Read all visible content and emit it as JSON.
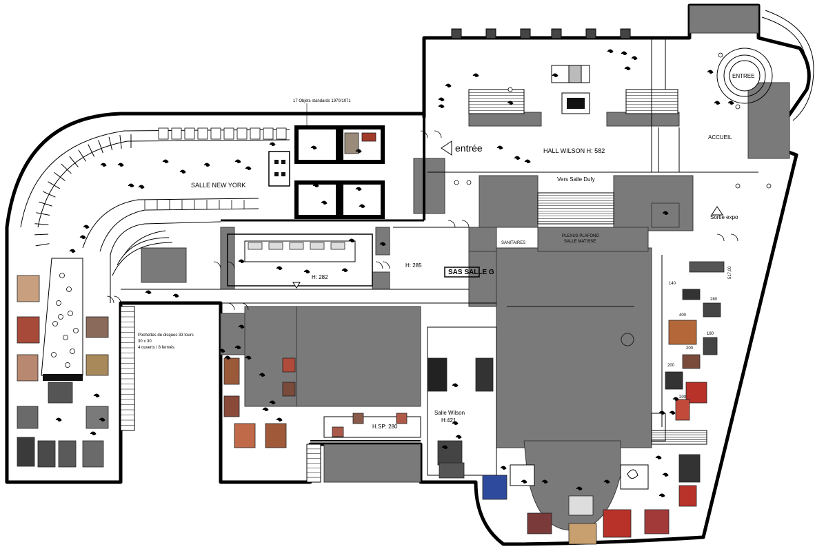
{
  "plan": {
    "rooms": {
      "salle_new_york": "SALLE NEW YORK",
      "hall_wilson": "HALL WILSON  H: 582",
      "accueil": "ACCUEIL",
      "entree_top": "ENTREE",
      "entree_arrow": "entrée",
      "salle_wilson": "Salle Wilson",
      "salle_wilson_h": "H:421",
      "sas_salle": "SAS SALLE G",
      "height_282": "H: 282",
      "height_285": "H: 285",
      "height_mezz": "H.SP: 280",
      "vers_salle_dufy": "Vers Salle Dufy",
      "sortie_expo": "Sortie expo",
      "plexus": "PLEXUS PLAFOND",
      "salle_matisse": "SALLE MATISSE",
      "sanitaires": "SANITAIRES"
    },
    "annotations": {
      "objets_standards": "17 Objets standards 1970/1971",
      "pochettes_1": "Pochettes de disques 33 tours",
      "pochettes_2": "30 x 30",
      "pochettes_3": "4 ouverts / 8 fermés"
    },
    "dimensions": [
      "140",
      "280",
      "400",
      "180",
      "200",
      "200",
      "200",
      "517,00"
    ],
    "colors": {
      "wall": "#000000",
      "solid_block": "#7a7a7a",
      "floor": "#ffffff",
      "artwork_red": "#b8322a",
      "artwork_blue": "#2e4a9c",
      "artwork_yellow": "#e0b23a"
    },
    "icons": {
      "visitor_marker": "visitor-swirl-icon",
      "entrance_arrow": "arrow-left-icon",
      "door": "door-swing-icon"
    }
  }
}
